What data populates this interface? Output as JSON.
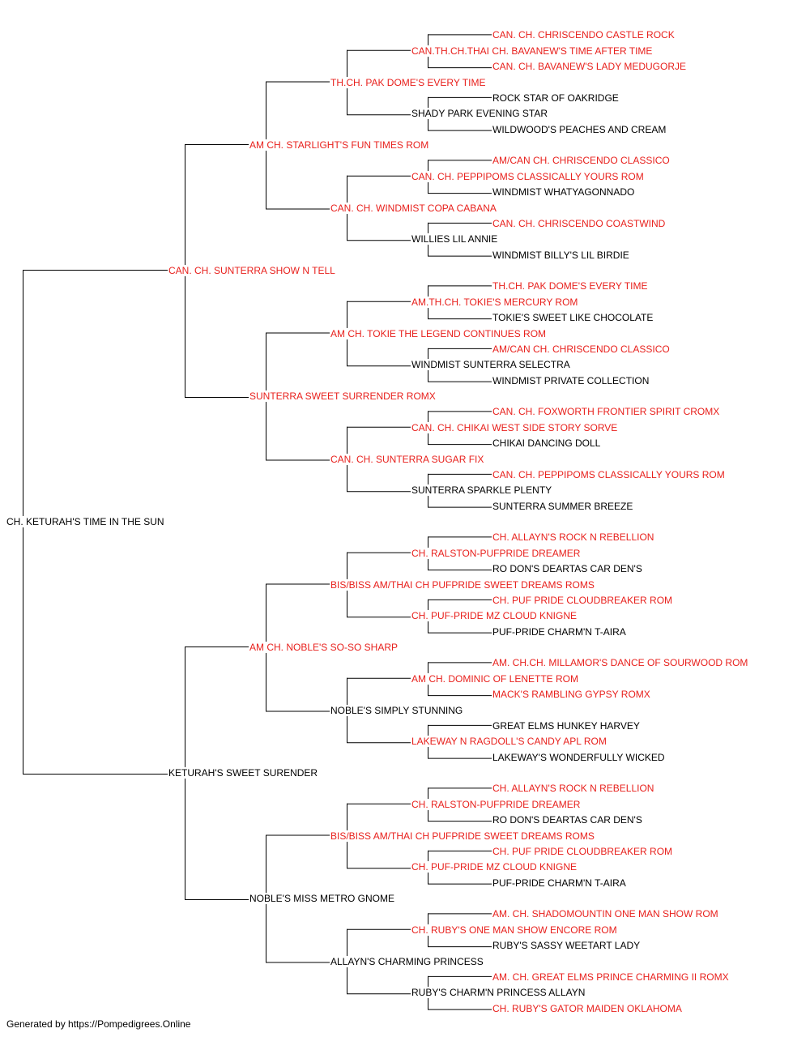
{
  "colors": {
    "champion": "#e8201c",
    "normal": "#000000",
    "line": "#000000"
  },
  "footer": "Generated by https://Pompedigrees.Online",
  "pedigree": {
    "name": "CH. KETURAH'S TIME IN THE SUN",
    "champion": false,
    "sire": {
      "name": "CAN. CH. SUNTERRA SHOW N TELL",
      "champion": true,
      "sire": {
        "name": "AM CH. STARLIGHT'S FUN TIMES ROM",
        "champion": true,
        "sire": {
          "name": "TH.CH. PAK DOME'S EVERY TIME",
          "champion": true,
          "sire": {
            "name": "CAN.TH.CH.THAI CH. BAVANEW'S TIME AFTER TIME",
            "champion": true,
            "sire": {
              "name": "CAN. CH. CHRISCENDO CASTLE ROCK",
              "champion": true
            },
            "dam": {
              "name": "CAN. CH. BAVANEW'S LADY MEDUGORJE",
              "champion": true
            }
          },
          "dam": {
            "name": "SHADY PARK EVENING STAR",
            "champion": false,
            "sire": {
              "name": "ROCK STAR OF OAKRIDGE",
              "champion": false
            },
            "dam": {
              "name": "WILDWOOD'S PEACHES AND CREAM",
              "champion": false
            }
          }
        },
        "dam": {
          "name": "CAN. CH. WINDMIST COPA CABANA",
          "champion": true,
          "sire": {
            "name": "CAN. CH. PEPPIPOMS CLASSICALLY YOURS ROM",
            "champion": true,
            "sire": {
              "name": "AM/CAN CH. CHRISCENDO CLASSICO",
              "champion": true
            },
            "dam": {
              "name": "WINDMIST WHATYAGONNADO",
              "champion": false
            }
          },
          "dam": {
            "name": "WILLIES LIL ANNIE",
            "champion": false,
            "sire": {
              "name": "CAN. CH. CHRISCENDO COASTWIND",
              "champion": true
            },
            "dam": {
              "name": "WINDMIST BILLY'S LIL BIRDIE",
              "champion": false
            }
          }
        }
      },
      "dam": {
        "name": "SUNTERRA SWEET SURRENDER ROMX",
        "champion": true,
        "sire": {
          "name": "AM CH. TOKIE THE LEGEND CONTINUES ROM",
          "champion": true,
          "sire": {
            "name": "AM.TH.CH. TOKIE'S MERCURY ROM",
            "champion": true,
            "sire": {
              "name": "TH.CH. PAK DOME'S EVERY TIME",
              "champion": true
            },
            "dam": {
              "name": "TOKIE'S SWEET LIKE CHOCOLATE",
              "champion": false
            }
          },
          "dam": {
            "name": "WINDMIST SUNTERRA SELECTRA",
            "champion": false,
            "sire": {
              "name": "AM/CAN CH. CHRISCENDO CLASSICO",
              "champion": true
            },
            "dam": {
              "name": "WINDMIST PRIVATE COLLECTION",
              "champion": false
            }
          }
        },
        "dam": {
          "name": "CAN. CH. SUNTERRA SUGAR FIX",
          "champion": true,
          "sire": {
            "name": "CAN. CH. CHIKAI WEST SIDE STORY SORVE",
            "champion": true,
            "sire": {
              "name": "CAN. CH. FOXWORTH FRONTIER SPIRIT CROMX",
              "champion": true
            },
            "dam": {
              "name": "CHIKAI DANCING DOLL",
              "champion": false
            }
          },
          "dam": {
            "name": "SUNTERRA SPARKLE PLENTY",
            "champion": false,
            "sire": {
              "name": "CAN. CH. PEPPIPOMS CLASSICALLY YOURS ROM",
              "champion": true
            },
            "dam": {
              "name": "SUNTERRA SUMMER BREEZE",
              "champion": false
            }
          }
        }
      }
    },
    "dam": {
      "name": "KETURAH'S SWEET SURENDER",
      "champion": false,
      "sire": {
        "name": "AM CH. NOBLE'S SO-SO SHARP",
        "champion": true,
        "sire": {
          "name": "BIS/BISS AM/THAI CH PUFPRIDE SWEET DREAMS ROMS",
          "champion": true,
          "sire": {
            "name": "CH. RALSTON-PUFPRIDE DREAMER",
            "champion": true,
            "sire": {
              "name": "CH. ALLAYN'S ROCK N REBELLION",
              "champion": true
            },
            "dam": {
              "name": "RO DON'S DEARTAS CAR DEN'S",
              "champion": false
            }
          },
          "dam": {
            "name": "CH. PUF-PRIDE MZ CLOUD KNIGNE",
            "champion": true,
            "sire": {
              "name": "CH. PUF PRIDE CLOUDBREAKER ROM",
              "champion": true
            },
            "dam": {
              "name": "PUF-PRIDE CHARM'N T-AIRA",
              "champion": false
            }
          }
        },
        "dam": {
          "name": "NOBLE'S SIMPLY STUNNING",
          "champion": false,
          "sire": {
            "name": "AM CH. DOMINIC OF LENETTE ROM",
            "champion": true,
            "sire": {
              "name": "AM. CH.CH. MILLAMOR'S DANCE OF SOURWOOD ROM",
              "champion": true
            },
            "dam": {
              "name": "MACK'S RAMBLING GYPSY ROMX",
              "champion": true
            }
          },
          "dam": {
            "name": "LAKEWAY N RAGDOLL'S CANDY APL ROM",
            "champion": true,
            "sire": {
              "name": "GREAT ELMS HUNKEY HARVEY",
              "champion": false
            },
            "dam": {
              "name": "LAKEWAY'S WONDERFULLY WICKED",
              "champion": false
            }
          }
        }
      },
      "dam": {
        "name": "NOBLE'S MISS METRO GNOME",
        "champion": false,
        "sire": {
          "name": "BIS/BISS AM/THAI CH PUFPRIDE SWEET DREAMS ROMS",
          "champion": true,
          "sire": {
            "name": "CH. RALSTON-PUFPRIDE DREAMER",
            "champion": true,
            "sire": {
              "name": "CH. ALLAYN'S ROCK N REBELLION",
              "champion": true
            },
            "dam": {
              "name": "RO DON'S DEARTAS CAR DEN'S",
              "champion": false
            }
          },
          "dam": {
            "name": "CH. PUF-PRIDE MZ CLOUD KNIGNE",
            "champion": true,
            "sire": {
              "name": "CH. PUF PRIDE CLOUDBREAKER ROM",
              "champion": true
            },
            "dam": {
              "name": "PUF-PRIDE CHARM'N T-AIRA",
              "champion": false
            }
          }
        },
        "dam": {
          "name": "ALLAYN'S CHARMING PRINCESS",
          "champion": false,
          "sire": {
            "name": "CH. RUBY'S ONE MAN SHOW ENCORE ROM",
            "champion": true,
            "sire": {
              "name": "AM. CH. SHADOMOUNTIN ONE MAN SHOW ROM",
              "champion": true
            },
            "dam": {
              "name": "RUBY'S SASSY WEETART LADY",
              "champion": false
            }
          },
          "dam": {
            "name": "RUBY'S CHARM'N PRINCESS ALLAYN",
            "champion": false,
            "sire": {
              "name": "AM. CH. GREAT ELMS PRINCE CHARMING II ROMX",
              "champion": true
            },
            "dam": {
              "name": "CH. RUBY'S GATOR MAIDEN OKLAHOMA",
              "champion": true
            }
          }
        }
      }
    }
  }
}
